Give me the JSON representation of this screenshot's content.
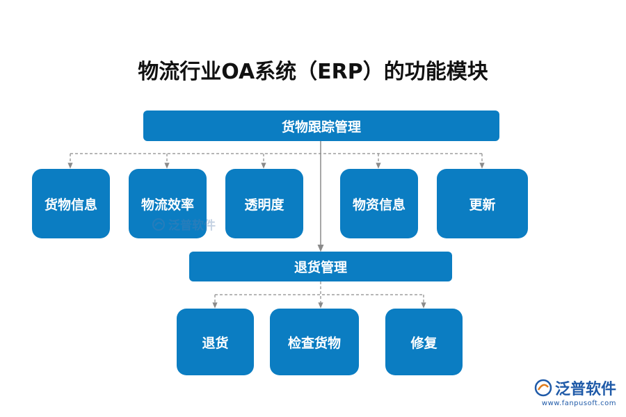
{
  "title": "物流行业OA系统（ERP）的功能模块",
  "top_module": "货物跟踪管理",
  "first_level": [
    "货物信息",
    "物流效率",
    "透明度",
    "物资信息",
    "更新"
  ],
  "return_module": "退货管理",
  "second_level": [
    "退货",
    "检查货物",
    "修复"
  ],
  "watermark": "泛普软件",
  "logo": {
    "name": "泛普软件",
    "url": "www.fanpusoft.com"
  },
  "colors": {
    "box": "#0b7dc2",
    "connector": "#8a8a8a",
    "logo": "#1f5aa8"
  }
}
